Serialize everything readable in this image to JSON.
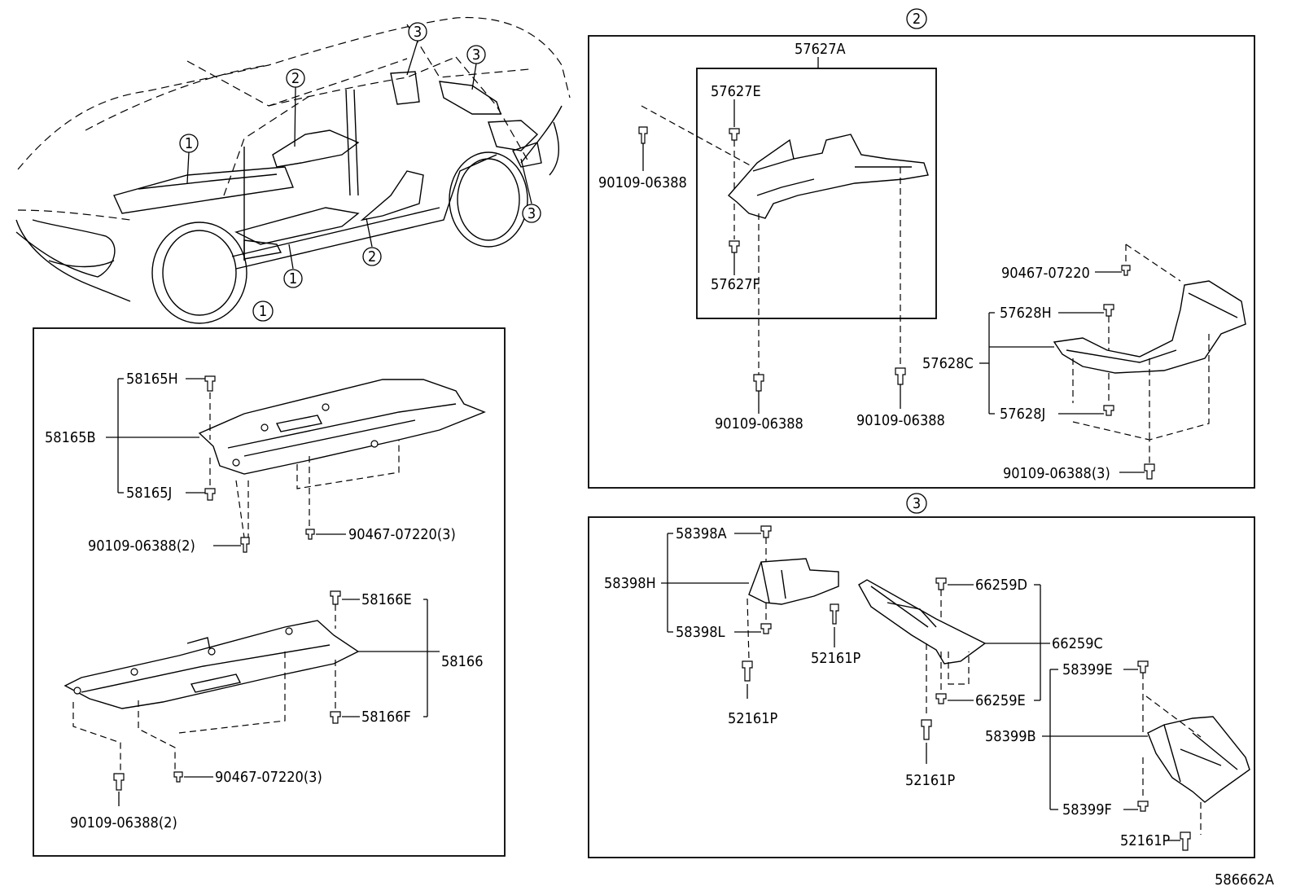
{
  "diagram_number": "586662A",
  "callouts": {
    "one": "1",
    "two": "2",
    "three": "3"
  },
  "panel1": {
    "callout": "1",
    "upper": {
      "assembly": "58165B",
      "top_clip": "58165H",
      "bottom_clip": "58165J",
      "bolt": "90109-06388(2)",
      "screw": "90467-07220(3)"
    },
    "lower": {
      "assembly": "58166",
      "top_clip": "58166E",
      "bottom_clip": "58166F",
      "bolt": "90109-06388(2)",
      "screw": "90467-07220(3)"
    }
  },
  "panel2": {
    "callout": "2",
    "inset_assembly": "57627A",
    "inset_top_clip": "57627E",
    "inset_bottom_clip": "57627F",
    "bolt_left": "90109-06388",
    "bolt_mid": "90109-06388",
    "bolt_right": "90109-06388",
    "screw_top": "90467-07220",
    "right_assembly": "57628C",
    "right_top_clip": "57628H",
    "right_bottom_clip": "57628J",
    "right_bolt": "90109-06388(3)"
  },
  "panel3": {
    "callout": "3",
    "left_assembly": "58398H",
    "left_top_clip": "58398A",
    "left_bottom_clip": "58398L",
    "pin_a": "52161P",
    "pin_b": "52161P",
    "mid_assembly": "66259C",
    "mid_top_clip": "66259D",
    "mid_bottom_clip": "66259E",
    "pin_c": "52161P",
    "right_assembly": "58399B",
    "right_top_clip": "58399E",
    "right_bottom_clip": "58399F",
    "pin_d": "52161P"
  }
}
